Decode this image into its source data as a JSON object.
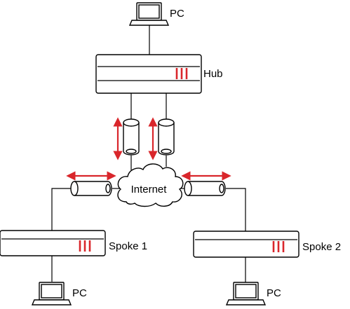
{
  "labels": {
    "pc_top": "PC",
    "hub": "Hub",
    "internet": "Internet",
    "spoke1": "Spoke 1",
    "spoke2": "Spoke 2",
    "pc_left": "PC",
    "pc_right": "PC"
  },
  "colors": {
    "accent": "#d9262b",
    "line": "#000000",
    "background": "#ffffff"
  },
  "icons": {
    "pc": "laptop-icon",
    "firewall": "firewall-appliance-icon",
    "tunnel": "vpn-tunnel-cylinder-icon",
    "cloud": "internet-cloud-icon"
  }
}
